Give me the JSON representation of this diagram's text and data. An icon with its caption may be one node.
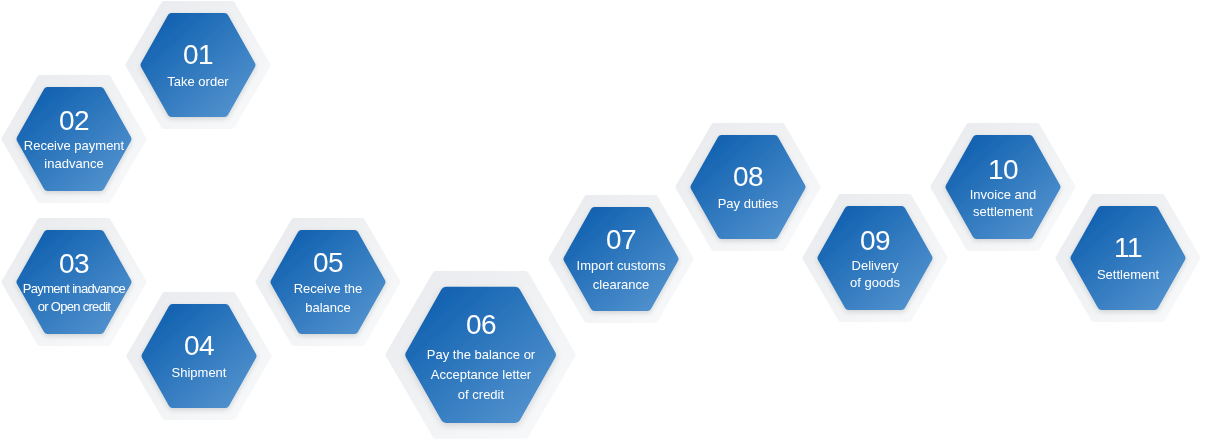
{
  "diagram": {
    "nodes": [
      {
        "text": [
          "01",
          "Take order"
        ]
      },
      {
        "text": [
          "02",
          "Receive payment inadvance"
        ]
      },
      {
        "text": [
          "03",
          "Payment inadvance or Open credit"
        ]
      },
      {
        "text": [
          "04",
          "Shipment"
        ]
      },
      {
        "text": [
          "05",
          "Receive the balance"
        ]
      },
      {
        "text": [
          "06",
          "Pay the balance or Acceptance letter of credit"
        ]
      },
      {
        "text": [
          "07",
          "Import customs clearance"
        ]
      },
      {
        "text": [
          "08",
          "Pay duties"
        ]
      },
      {
        "text": [
          "09",
          "Delivery of goods"
        ]
      },
      {
        "text": [
          "10",
          "Invoice and settlement"
        ]
      },
      {
        "text": [
          "11",
          "Settlement"
        ]
      }
    ]
  }
}
